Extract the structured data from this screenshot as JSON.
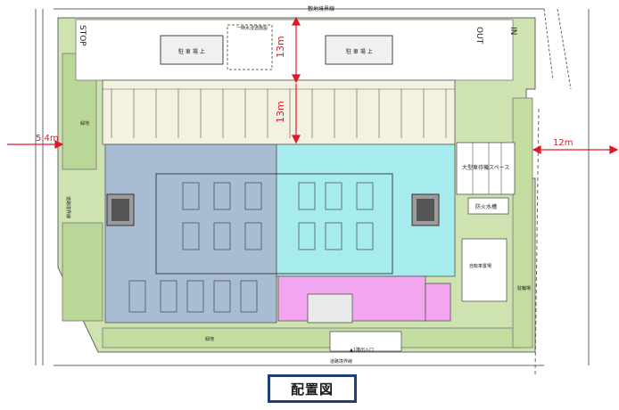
{
  "labels": {
    "boundary_top": "敷地境界線",
    "stop": "STOP",
    "bike_parking_left": "駐 車 場 上",
    "bike_parking_right": "駐 車 場 上",
    "water_tank": "一時水浸透施設",
    "green_label": "緑地",
    "road_left": "道路境界線",
    "road_bottom": "道路境界線",
    "truck_waiting": "大型車待機スペース",
    "fire_tank": "防火水槽",
    "bike_shed": "駐輪場",
    "bicycle_parking": "自転車置場",
    "entrance": "▲1階出入口",
    "in_sign": "IN",
    "out_sign": "OUT"
  },
  "dimensions": {
    "top_gap": "13m",
    "inner_gap": "13m",
    "left_gap": "5.4m",
    "right_gap": "12m"
  },
  "caption": "配置図",
  "colors": {
    "green_zone": "#cfe3b0",
    "blue_zone": "#a8bcd4",
    "cyan_zone": "#a6ecec",
    "magenta_zone": "#f2a6ef",
    "line": "#555555",
    "dimension_red": "#e0192a"
  }
}
